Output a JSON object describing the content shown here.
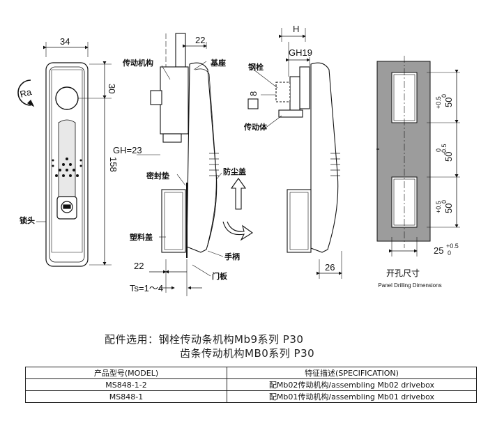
{
  "drawing": {
    "front_view": {
      "width": "34",
      "top_offset": "30",
      "height": "158",
      "rotation": "Ra",
      "lock_head": "锁头"
    },
    "side_view": {
      "offset_22_top": "22",
      "label_drive_mechanism": "传动机构",
      "label_base": "基座",
      "gh": "GH=23",
      "label_seal": "密封垫",
      "label_dust_cover": "防尘盖",
      "label_plastic_cover": "塑料盖",
      "label_handle": "手柄",
      "offset_22_bottom": "22",
      "label_door_panel": "门板",
      "ts": "Ts=1～4"
    },
    "rack_view": {
      "h": "H",
      "gh": "GH19",
      "label_steel_bolt": "钢栓",
      "size_8": "8",
      "label_drive_body": "传动体",
      "width_26": "26"
    },
    "panel": {
      "dim_top": "50",
      "tol_top_plus": "+0.5",
      "tol_top_minus": "0",
      "dim_mid": "50",
      "tol_mid_plus": "0",
      "tol_mid_minus": "-0.5",
      "dim_bottom": "50",
      "tol_bot_plus": "+0.5",
      "tol_bot_minus": "0",
      "width": "25",
      "tol_width_plus": "+0.5",
      "tol_width_minus": "0",
      "title_cn": "开孔尺寸",
      "title_en": "Panel Drilling Dimensions"
    }
  },
  "accessories": {
    "line1": "配件选用：钢栓传动条机构Mb9系列 P30",
    "line2": "齿条传动机构MB0系列 P30"
  },
  "table": {
    "headers": [
      "产品型号(MODEL)",
      "特征描述(SPECIFICATION)"
    ],
    "rows": [
      [
        "MS848-1-2",
        "配Mb02传动机构/assembling Mb02 drivebox"
      ],
      [
        "MS848-1",
        "配Mb01传动机构/assembling Mb01 drivebox"
      ]
    ]
  }
}
